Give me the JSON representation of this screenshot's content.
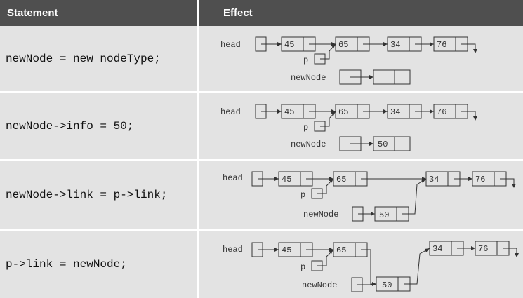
{
  "header": {
    "statement": "Statement",
    "effect": "Effect"
  },
  "rows": [
    {
      "statement": "newNode = new nodeType;",
      "list_values": [
        "45",
        "65",
        "34",
        "76"
      ],
      "head_label": "head",
      "p_label": "p",
      "newnode_label": "newNode",
      "newnode_info": ""
    },
    {
      "statement": "newNode->info = 50;",
      "list_values": [
        "45",
        "65",
        "34",
        "76"
      ],
      "head_label": "head",
      "p_label": "p",
      "newnode_label": "newNode",
      "newnode_info": "50"
    },
    {
      "statement": "newNode->link = p->link;",
      "list_values": [
        "45",
        "65",
        "34",
        "76"
      ],
      "head_label": "head",
      "p_label": "p",
      "newnode_label": "newNode",
      "newnode_info": "50"
    },
    {
      "statement": "p->link = newNode;",
      "list_values": [
        "45",
        "65",
        "34",
        "76"
      ],
      "head_label": "head",
      "p_label": "p",
      "newnode_label": "newNode",
      "newnode_info": "50"
    }
  ]
}
